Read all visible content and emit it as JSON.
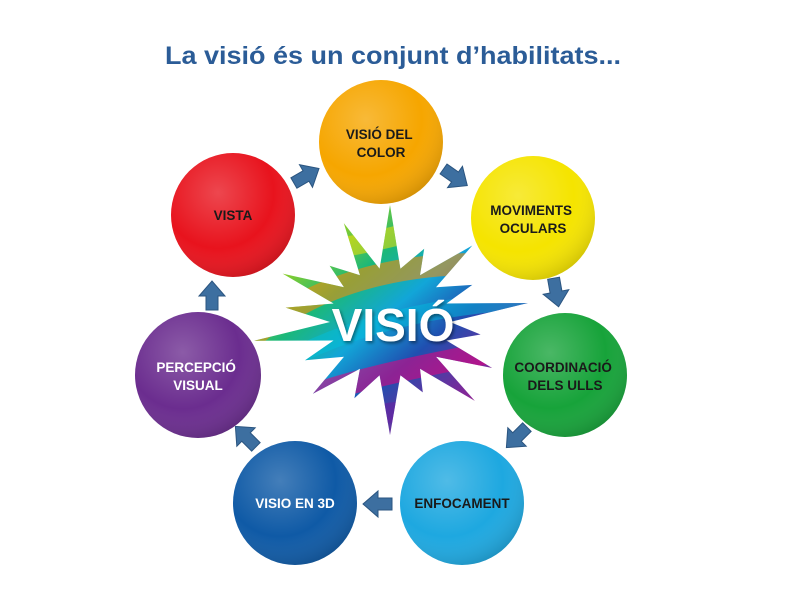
{
  "title": "La visió és un conjunt d’habilitats...",
  "center": {
    "label": "VISIÓ"
  },
  "nodes": [
    {
      "lines": [
        "VISIÓ DEL",
        "COLOR"
      ],
      "color": "#f6a600",
      "text_color": "#1a1a1a"
    },
    {
      "lines": [
        "MOVIMENTS",
        "OCULARS"
      ],
      "color": "#f5e400",
      "text_color": "#1a1a1a"
    },
    {
      "lines": [
        "COORDINACIÓ",
        "DELS ULLS"
      ],
      "color": "#17a33a",
      "text_color": "#1a1a1a"
    },
    {
      "lines": [
        "ENFOCAMENT"
      ],
      "color": "#1ea8e0",
      "text_color": "#1a1a1a"
    },
    {
      "lines": [
        "VISIO EN 3D"
      ],
      "color": "#0f5aa6",
      "text_color": "#ffffff"
    },
    {
      "lines": [
        "PERCEPCIÓ",
        "VISUAL"
      ],
      "color": "#6b2d8f",
      "text_color": "#ffffff"
    },
    {
      "lines": [
        "VISTA"
      ],
      "color": "#e8131d",
      "text_color": "#1a1a1a"
    }
  ],
  "colors": {
    "title": "#2b5c97",
    "arrow": "#3d6fa0"
  }
}
